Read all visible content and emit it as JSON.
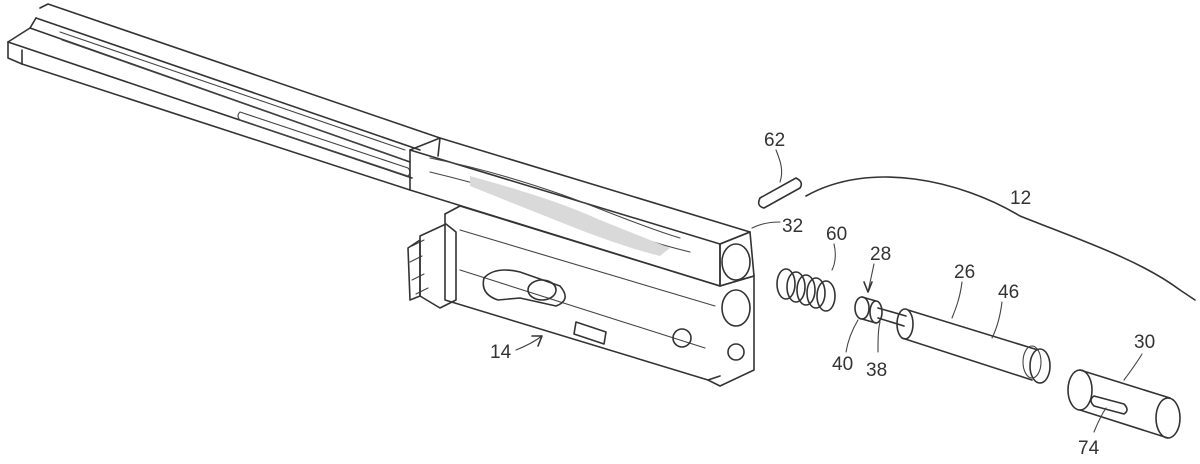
{
  "colors": {
    "ink": "#333333",
    "background": "#ffffff"
  },
  "labels": {
    "bolt_carrier": "14",
    "assembly": "12",
    "firing_pin_pin": "62",
    "carrier_face": "32",
    "spring": "60",
    "firing_pin_head": "28",
    "firing_pin": "26",
    "firing_pin_body": "46",
    "tip": "40",
    "neck": "38",
    "sleeve": "30",
    "slot": "74"
  }
}
